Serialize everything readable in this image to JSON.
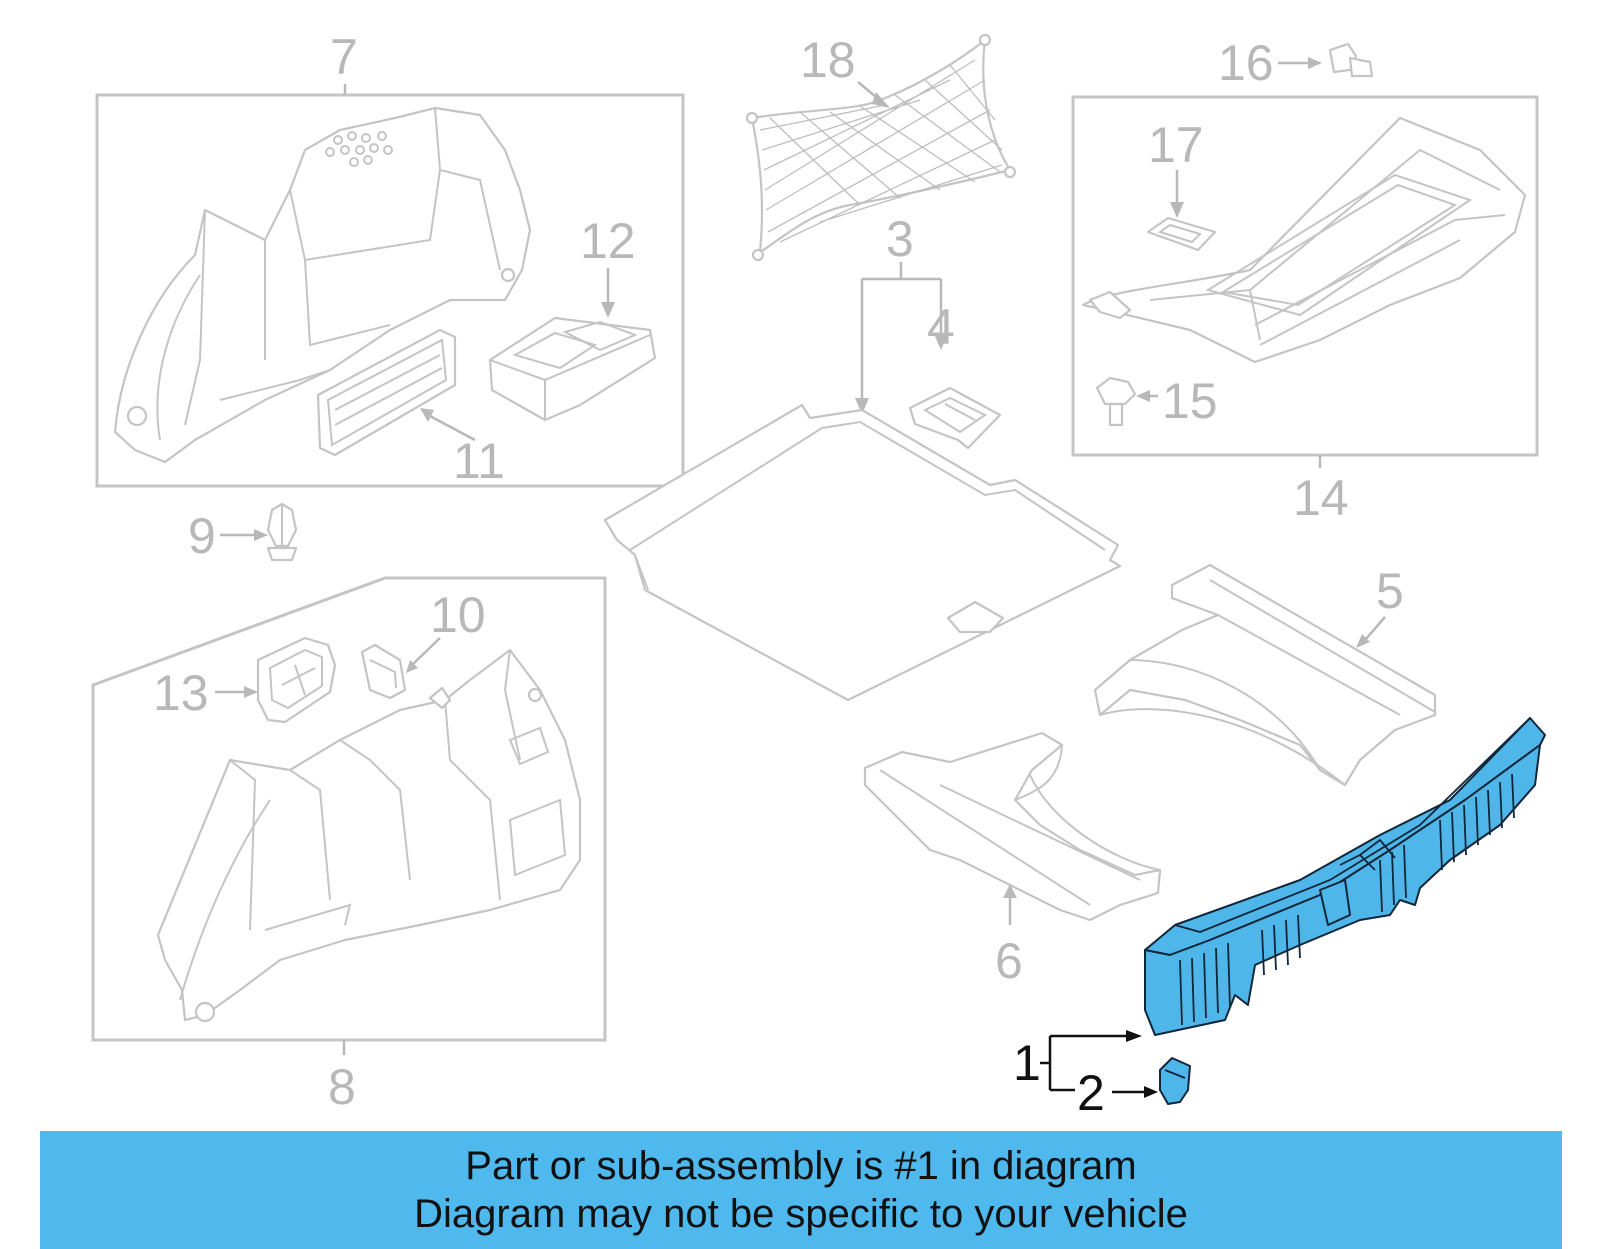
{
  "colors": {
    "highlight": "#4fb6e9",
    "banner": "#4fb9ee",
    "part_outline": "#c4c4c4",
    "callout_text": "#b8b8b8",
    "selected_text": "#111111"
  },
  "callouts": {
    "c1": "1",
    "c2": "2",
    "c3": "3",
    "c4": "4",
    "c5": "5",
    "c6": "6",
    "c7": "7",
    "c8": "8",
    "c9": "9",
    "c10": "10",
    "c11": "11",
    "c12": "12",
    "c13": "13",
    "c14": "14",
    "c15": "15",
    "c16": "16",
    "c17": "17",
    "c18": "18"
  },
  "banner": {
    "line1": "Part or sub-assembly is #1 in diagram",
    "line2": "Diagram may not be specific to your vehicle"
  }
}
